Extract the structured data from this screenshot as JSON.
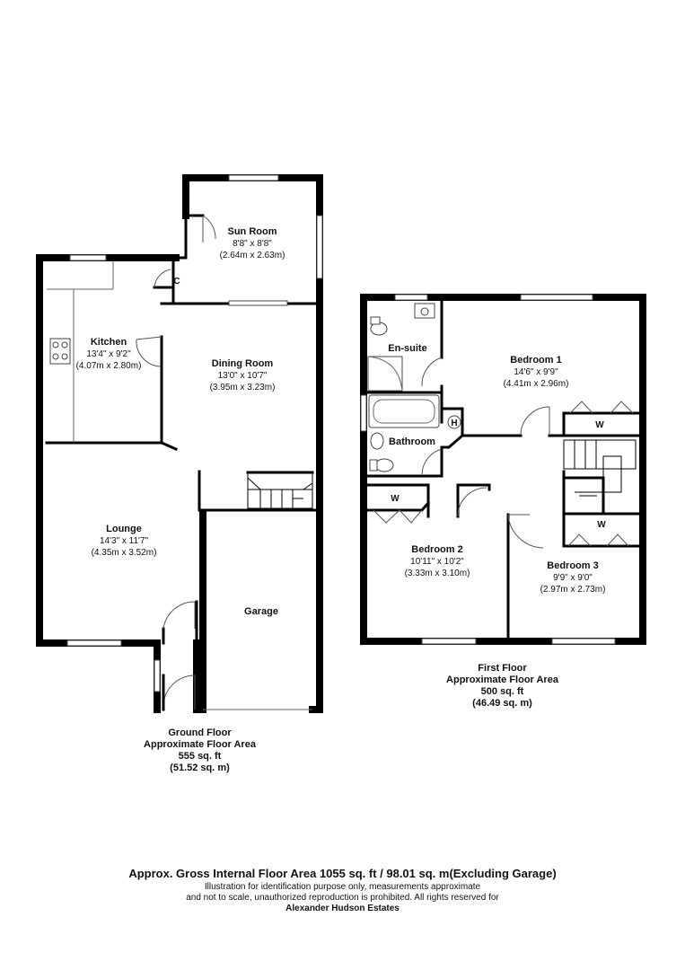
{
  "ground_floor": {
    "rooms": {
      "sun_room": {
        "name": "Sun Room",
        "dim_imperial": "8'8\" x 8'8\"",
        "dim_metric": "(2.64m x 2.63m)"
      },
      "kitchen": {
        "name": "Kitchen",
        "dim_imperial": "13'4\" x 9'2\"",
        "dim_metric": "(4.07m x 2.80m)"
      },
      "dining_room": {
        "name": "Dining Room",
        "dim_imperial": "13'0\" x 10'7\"",
        "dim_metric": "(3.95m x 3.23m)"
      },
      "lounge": {
        "name": "Lounge",
        "dim_imperial": "14'3\" x 11'7\"",
        "dim_metric": "(4.35m x 3.52m)"
      },
      "garage": {
        "name": "Garage"
      }
    },
    "cupboard_label": "C",
    "floor_label": {
      "title": "Ground Floor",
      "subtitle": "Approximate Floor Area",
      "area_sqft": "555 sq. ft",
      "area_sqm": "(51.52 sq. m)"
    }
  },
  "first_floor": {
    "rooms": {
      "ensuite": {
        "name": "En-suite"
      },
      "bathroom": {
        "name": "Bathroom"
      },
      "bedroom_1": {
        "name": "Bedroom 1",
        "dim_imperial": "14'6\" x 9'9\"",
        "dim_metric": "(4.41m x 2.96m)"
      },
      "bedroom_2": {
        "name": "Bedroom 2",
        "dim_imperial": "10'11\" x 10'2\"",
        "dim_metric": "(3.33m x 3.10m)"
      },
      "bedroom_3": {
        "name": "Bedroom 3",
        "dim_imperial": "9'9\" x 9'0\"",
        "dim_metric": "(2.97m x 2.73m)"
      }
    },
    "wardrobe_label": "W",
    "heater_label": "H",
    "floor_label": {
      "title": "First Floor",
      "subtitle": "Approximate Floor Area",
      "area_sqft": "500 sq. ft",
      "area_sqm": "(46.49 sq. m)"
    }
  },
  "footer": {
    "title": "Approx. Gross Internal Floor Area 1055 sq. ft / 98.01 sq. m(Excluding Garage)",
    "line1": "Illustration for identification purpose only, measurements approximate",
    "line2": "and not to scale, unauthorized reproduction is prohibited. All rights reserved for",
    "line3": "Alexander Hudson Estates"
  }
}
